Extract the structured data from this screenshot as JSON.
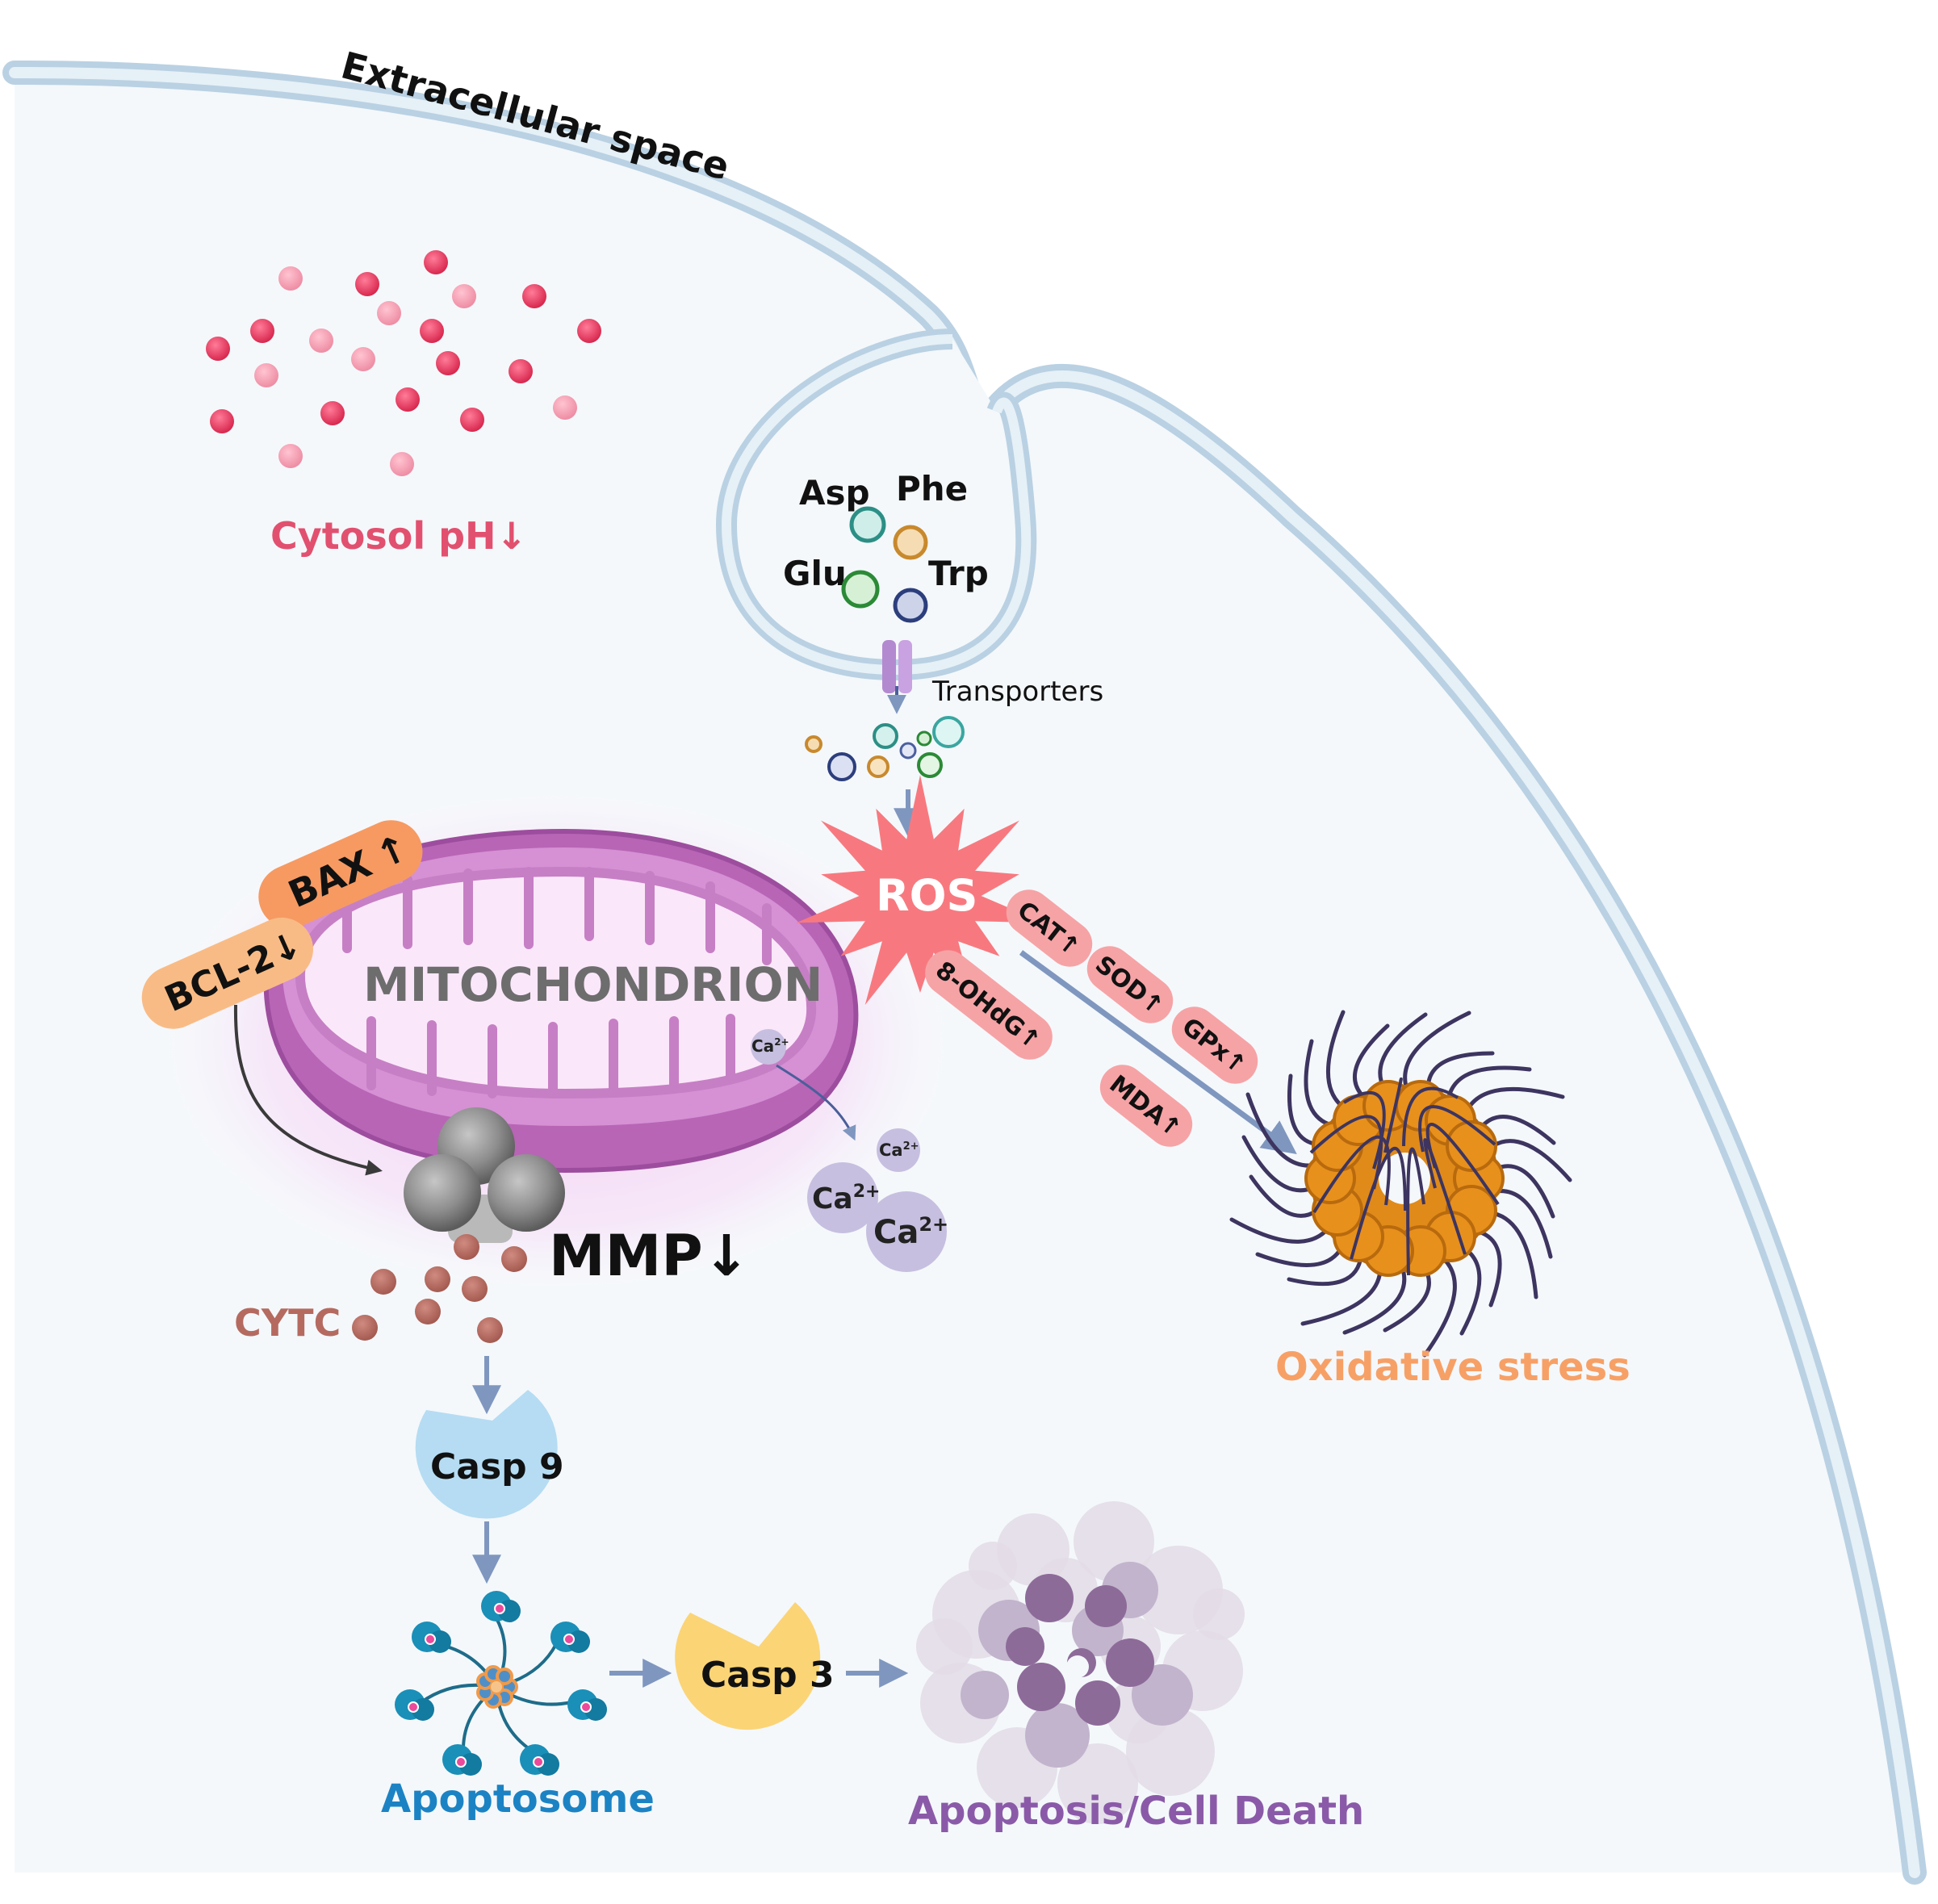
{
  "labels": {
    "extracellular": "Extracellular space",
    "cytosol_ph": "Cytosol pH",
    "mitochondrion": "MITOCHONDRION",
    "transporters": "Transporters",
    "ros": "ROS",
    "mmp": "MMP",
    "cytc": "CYTC",
    "casp9": "Casp 9",
    "casp3": "Casp 3",
    "apoptosome": "Apoptosome",
    "apoptosis": "Apoptosis/Cell Death",
    "oxidative_stress": "Oxidative stress",
    "ca_small": "Ca",
    "ca_large": "Ca",
    "ca_charge": "2+"
  },
  "amino_acids": [
    "Asp",
    "Phe",
    "Glu",
    "Trp"
  ],
  "regulators": {
    "bax": "BAX",
    "bcl2": "BCL-2"
  },
  "oxidative_markers": [
    "CAT",
    "SOD",
    "GPx",
    "8-OHdG",
    "MDA"
  ],
  "arrows": {
    "up": "↑",
    "down": "↓"
  },
  "colors": {
    "membrane": "#c9dceb",
    "cytoplasm": "#f4f8fb",
    "proton": "#e8476b",
    "proton_light": "#f3a0b3",
    "cytosol_label": "#e2506f",
    "mito": "#c77fc6",
    "mito_inner": "#fbe7fa",
    "ros": "#f7797f",
    "bax": "#f69a62",
    "bcl2": "#f9bb85",
    "marker_pill": "#f6a3a6",
    "cytc": "#b56a60",
    "casp9": "#b5dcf2",
    "casp3": "#fbd476",
    "apoptosome": "#1a8fb8",
    "apoptosome_label": "#1b83c4",
    "death_label": "#8a5aa8",
    "oxidative_label": "#f7a066",
    "calcium": "#c7bfe0",
    "arrow": "#7f97bf"
  }
}
